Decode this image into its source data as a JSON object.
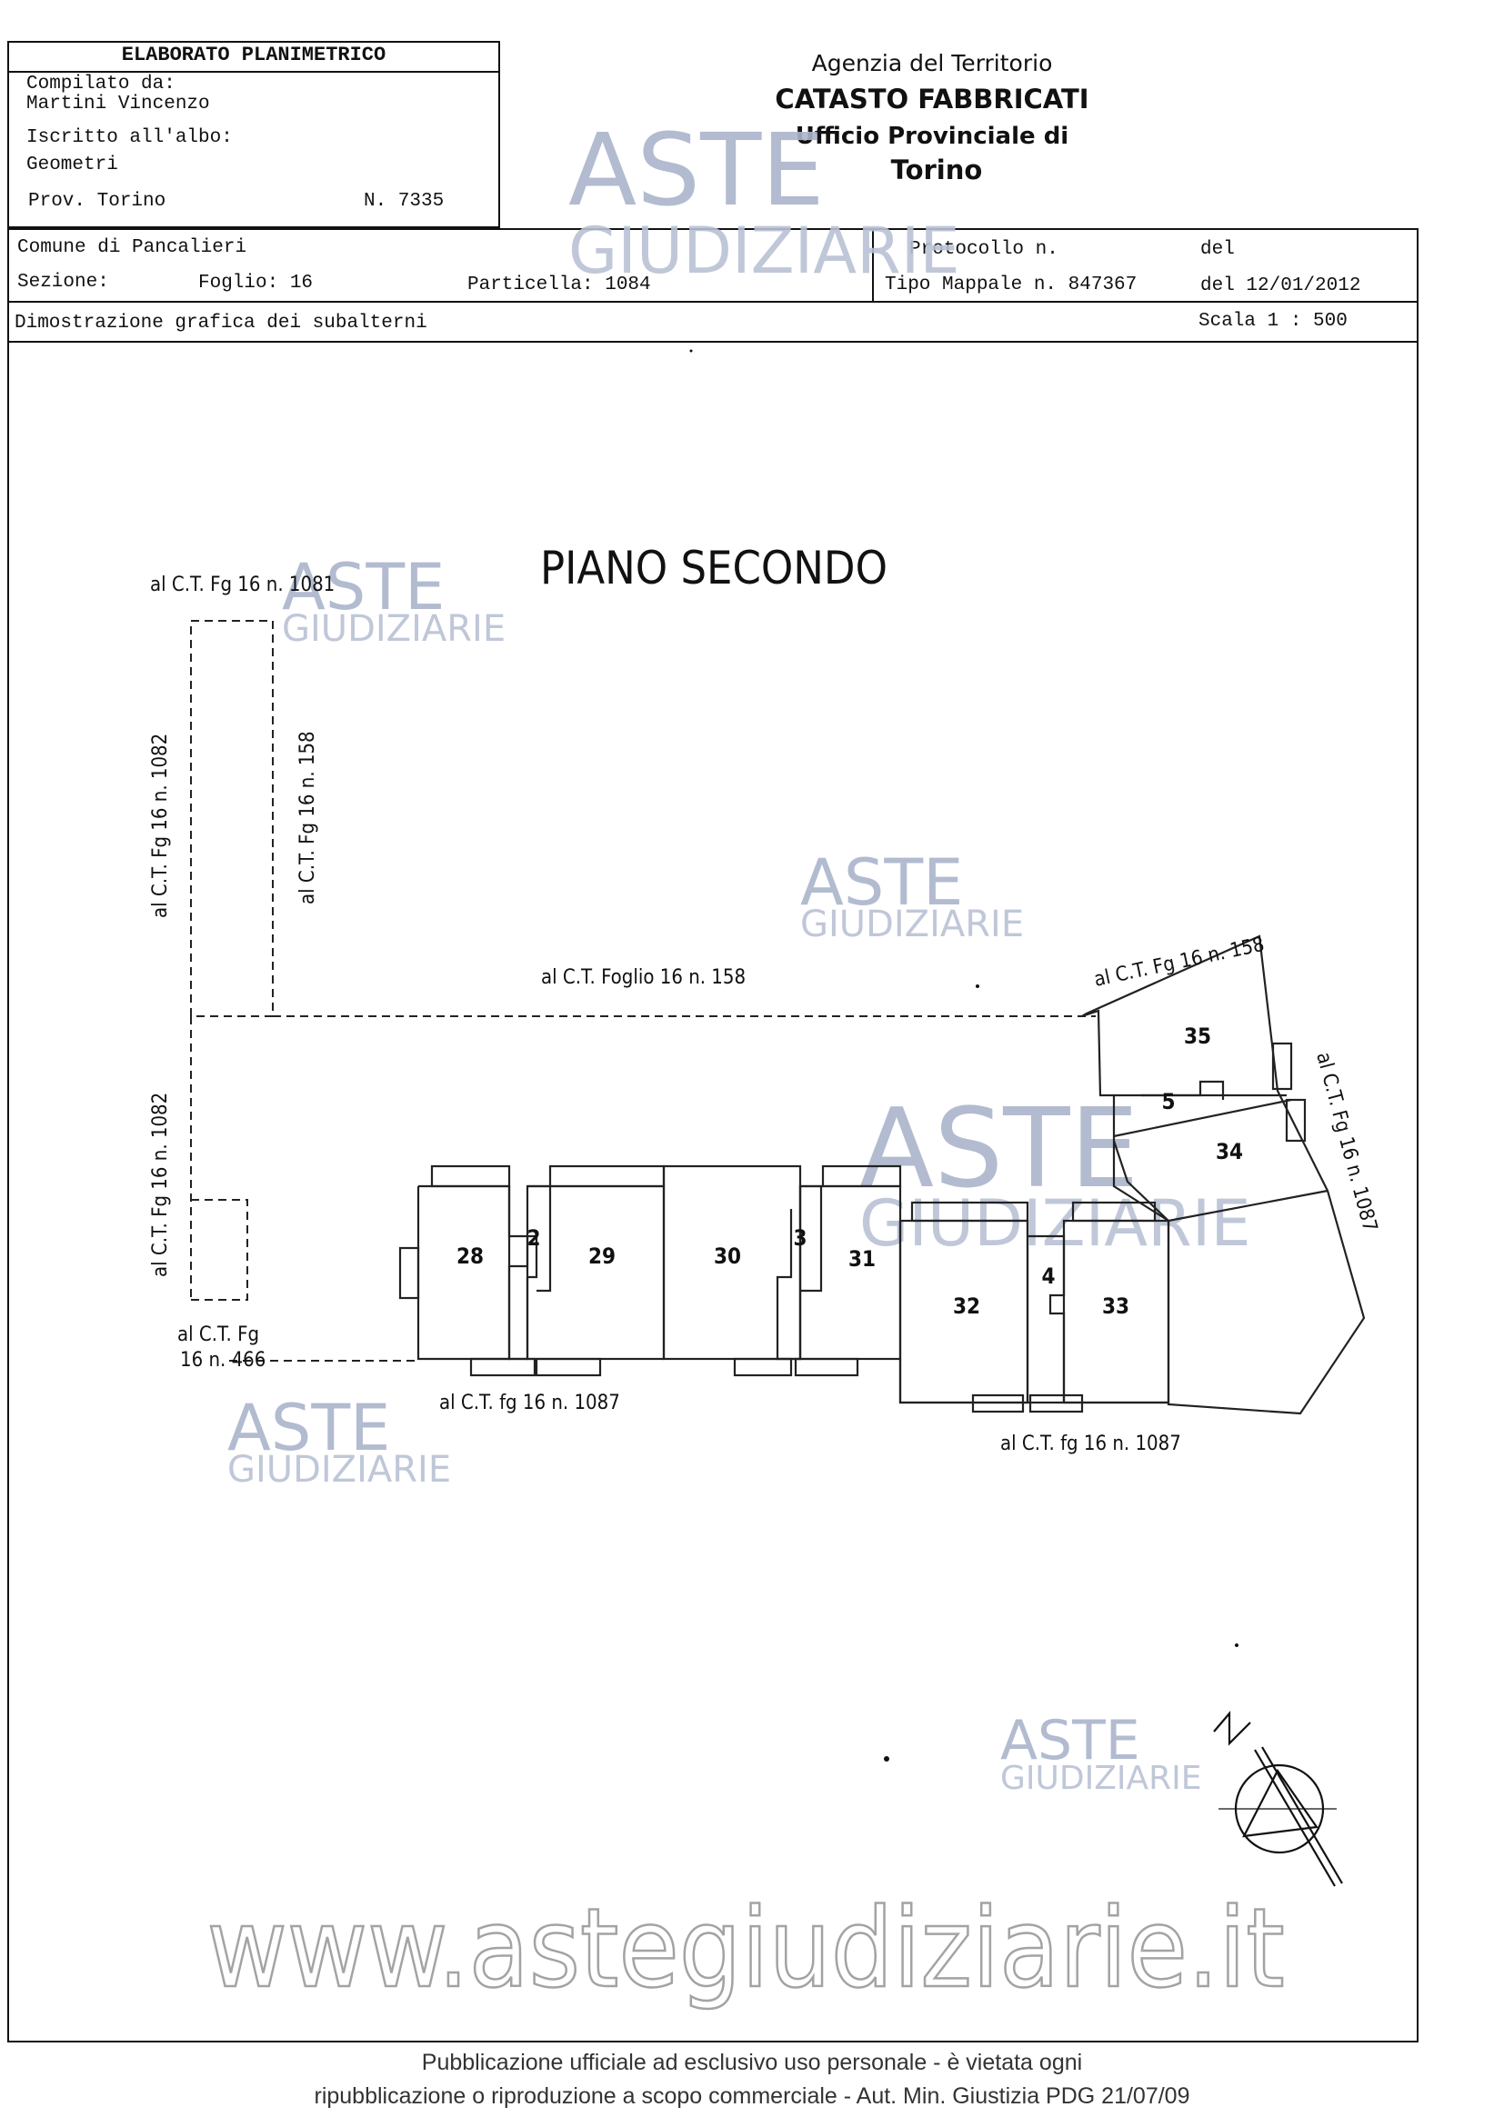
{
  "header": {
    "title": "ELABORATO PLANIMETRICO",
    "compiled_label": "Compilato da:",
    "compiled_name": "Martini Vincenzo",
    "registered_label": "Iscritto all'albo:",
    "registered_value": "Geometri",
    "province": "Prov. Torino",
    "number": "N.  7335"
  },
  "agency": {
    "line1": "Agenzia del Territorio",
    "line2": "CATASTO FABBRICATI",
    "line3": "Ufficio Provinciale di",
    "line4": "Torino"
  },
  "info": {
    "comune": "Comune di Pancalieri",
    "sezione": "Sezione:",
    "foglio": "Foglio: 16",
    "particella": "Particella: 1084",
    "protocollo": "Protocollo n.",
    "del1": "del",
    "tipo_mappale": "Tipo Mappale n. 847367",
    "del2": "del 12/01/2012",
    "dimostrazione": "Dimostrazione grafica dei subalterni",
    "scala": "Scala 1 : 500"
  },
  "plan": {
    "title": "PIANO SECONDO",
    "labels": {
      "top_left": "al C.T. Fg 16 n. 1081",
      "left_upper": "al C.T. Fg 16 n. 1082",
      "inner_upper": "al C.T. Fg 16 n. 158",
      "middle_line": "al C.T. Foglio 16 n. 158",
      "right_top": "al C.T. Fg 16 n. 158",
      "right_side": "al C.T. Fg 16 n. 1087",
      "left_lower": "al C.T. Fg 16 n. 1082",
      "bottom_left_1": "al C.T. Fg",
      "bottom_left_2": "16 n. 466",
      "bottom_mid": "al C.T. fg 16 n. 1087",
      "bottom_right": "al C.T. fg 16 n. 1087"
    },
    "units": [
      "28",
      "2",
      "29",
      "30",
      "3",
      "31",
      "32",
      "4",
      "33",
      "35",
      "5",
      "34"
    ]
  },
  "watermark": {
    "aste": "ASTE",
    "giudiziarie": "GIUDIZIARIE",
    "url": "www.astegiudiziarie.it"
  },
  "footer": {
    "line1": "Pubblicazione ufficiale ad esclusivo uso personale - è vietata ogni",
    "line2": "ripubblicazione o riproduzione a scopo commerciale - Aut. Min. Giustizia PDG 21/07/09"
  }
}
